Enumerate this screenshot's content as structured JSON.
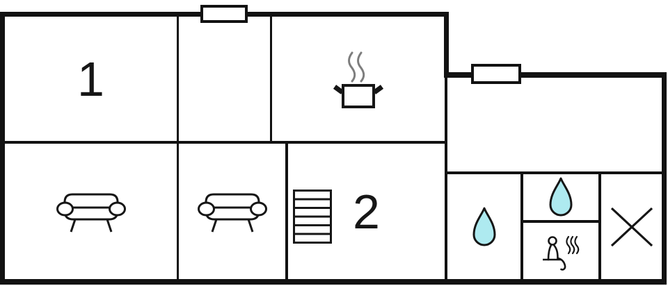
{
  "floor_plan": {
    "type": "holiday-home-floor-plan",
    "rooms": {
      "bedroom_1": {
        "label": "1"
      },
      "bedroom_2": {
        "label": "2"
      }
    },
    "icons": {
      "kitchen": "cooking-pot-icon",
      "living_area_left": "sofa-icon",
      "living_area_right": "sofa-icon",
      "stairs": "stairs-icon",
      "bathroom_main": "water-drop-icon",
      "bathroom_small": "water-drop-icon",
      "sauna": "sauna-person-icon",
      "crossed_room": "cross-icon",
      "windows": "window-marker"
    },
    "colors": {
      "wall": "#121212",
      "background": "#ffffff",
      "water_fill": "#aeeaf0",
      "icon_outline": "#161616",
      "steam": "#7d7d7d"
    }
  }
}
